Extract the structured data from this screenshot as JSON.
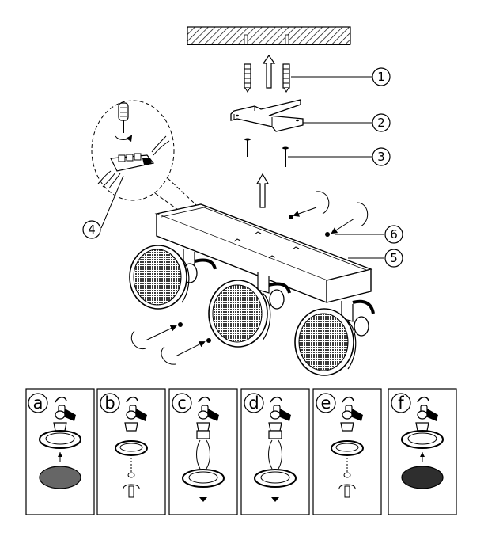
{
  "callouts": [
    {
      "id": "1",
      "text": "1"
    },
    {
      "id": "2",
      "text": "2"
    },
    {
      "id": "3",
      "text": "3"
    },
    {
      "id": "4",
      "text": "4"
    },
    {
      "id": "5",
      "text": "5"
    },
    {
      "id": "6",
      "text": "6"
    }
  ],
  "steps": [
    {
      "letter": "a"
    },
    {
      "letter": "b"
    },
    {
      "letter": "c"
    },
    {
      "letter": "d"
    },
    {
      "letter": "e"
    },
    {
      "letter": "f"
    }
  ],
  "colors": {
    "line": "#000000",
    "mesh": "#444444",
    "lens_light": "#666666",
    "lens_dark": "#2e2e2e"
  }
}
